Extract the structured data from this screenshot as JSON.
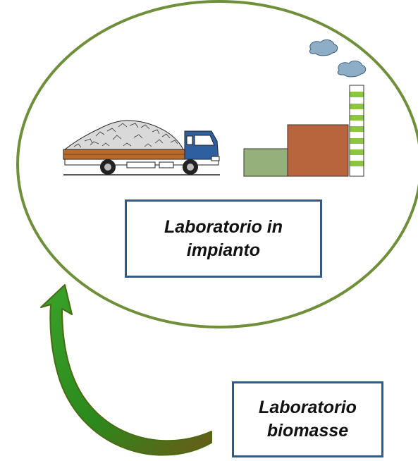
{
  "diagram": {
    "boxes": {
      "plant_lab": {
        "line1": "Laboratorio in",
        "line2": "impianto"
      },
      "biomass_lab": {
        "line1": "Laboratorio",
        "line2": "biomasse"
      }
    },
    "icons": {
      "truck": "truck-icon",
      "factory": "factory-icon",
      "smoke": "smoke-cloud-icon",
      "arrow": "curved-arrow-icon"
    },
    "colors": {
      "ellipse_stroke": "#6f8f3a",
      "box_border": "#2f5b8a",
      "arrow_fill": "#2f8f1f",
      "building_small": "#95b07a",
      "building_large": "#b8643c",
      "chimney_stripe": "#8cc63f",
      "cloud": "#8eaec8"
    }
  }
}
